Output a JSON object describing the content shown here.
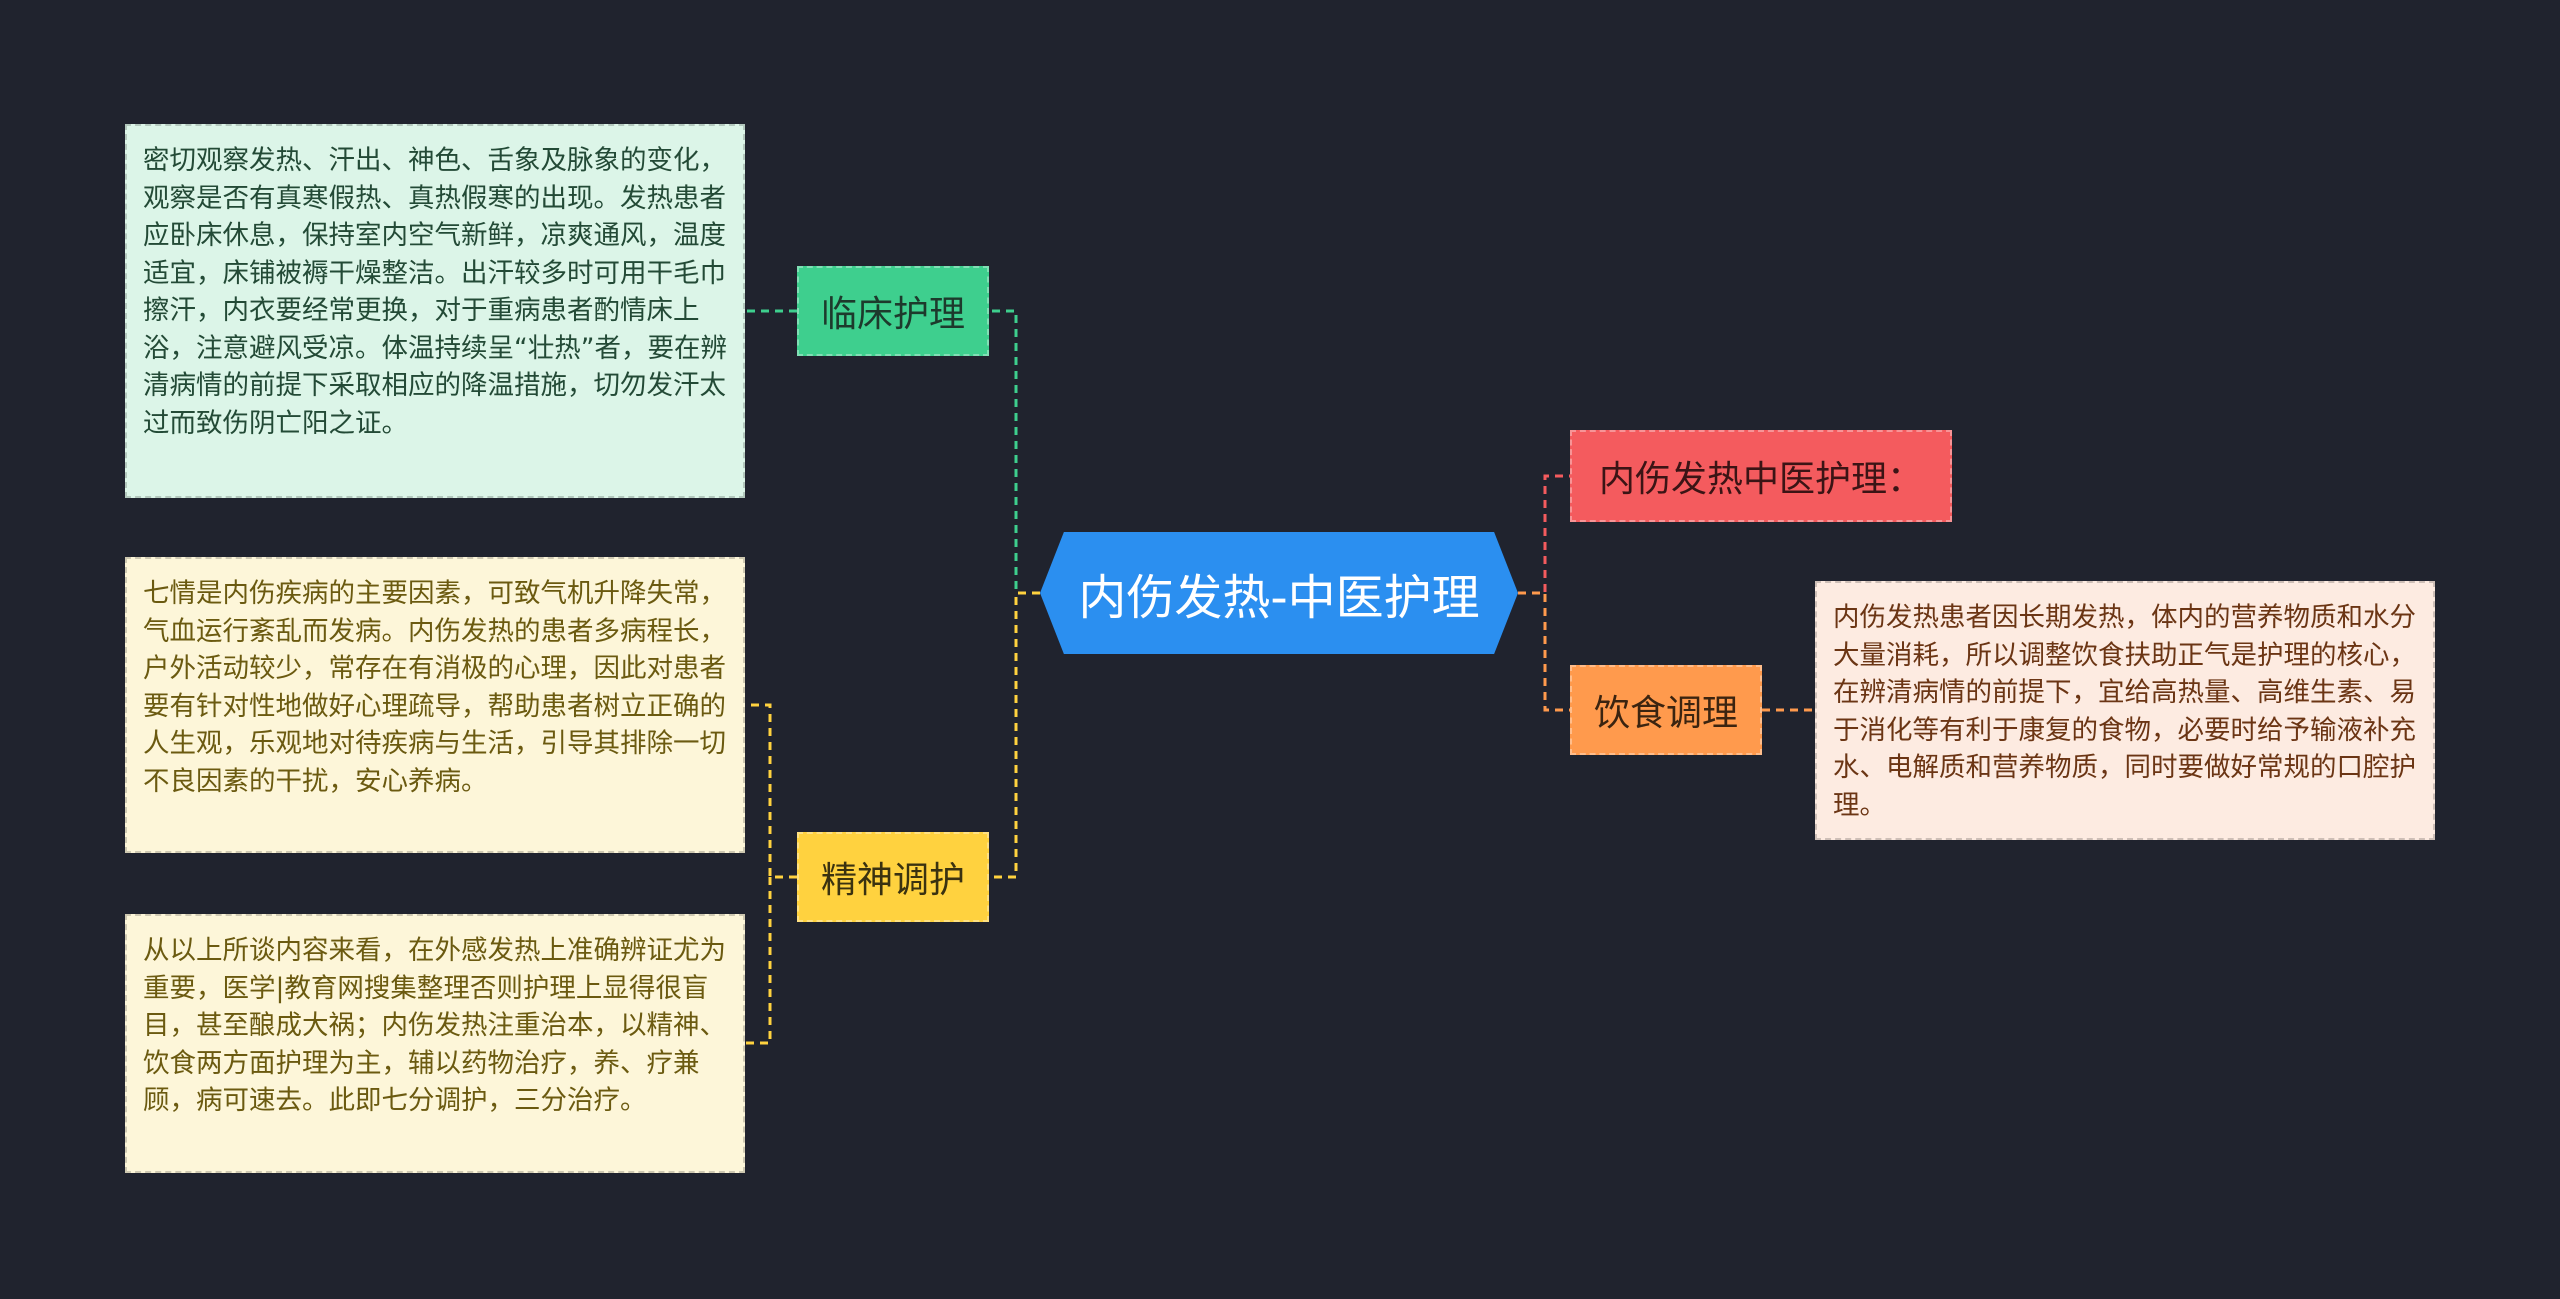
{
  "mindmap": {
    "root": {
      "label": "内伤发热-中医护理",
      "color": "#2b8ff0"
    },
    "clinical": {
      "label": "临床护理",
      "color": "#3ecf8e",
      "text": "密切观察发热、汗出、神色、舌象及脉象的变化，观察是否有真寒假热、真热假寒的出现。发热患者应卧床休息，保持室内空气新鲜，凉爽通风，温度适宜，床铺被褥干燥整洁。出汗较多时可用干毛巾擦汗，内衣要经常更换，对于重病患者酌情床上浴，注意避风受凉。体温持续呈“壮热”者，要在辨清病情的前提下采取相应的降温措施，切勿发汗太过而致伤阴亡阳之证。"
    },
    "mental": {
      "label": "精神调护",
      "color": "#ffd23f",
      "texts": [
        "七情是内伤疾病的主要因素，可致气机升降失常，气血运行紊乱而发病。内伤发热的患者多病程长，户外活动较少，常存在有消极的心理，因此对患者要有针对性地做好心理疏导，帮助患者树立正确的人生观，乐观地对待疾病与生活，引导其排除一切不良因素的干扰，安心养病。",
        "从以上所谈内容来看，在外感发热上准确辨证尤为重要，医学|教育网搜集整理否则护理上显得很盲目，甚至酿成大祸；内伤发热注重治本，以精神、饮食两方面护理为主，辅以药物治疗，养、疗兼顾，病可速去。此即七分调护，三分治疗。"
      ]
    },
    "title_node": {
      "label": "内伤发热中医护理：",
      "color": "#f45b5e"
    },
    "diet": {
      "label": "饮食调理",
      "color": "#ff9a4d",
      "text": "内伤发热患者因长期发热，体内的营养物质和水分大量消耗，所以调整饮食扶助正气是护理的核心，在辨清病情的前提下，宜给高热量、高维生素、易于消化等有利于康复的食物，必要时给予输液补充水、电解质和营养物质，同时要做好常规的口腔护理。"
    }
  }
}
